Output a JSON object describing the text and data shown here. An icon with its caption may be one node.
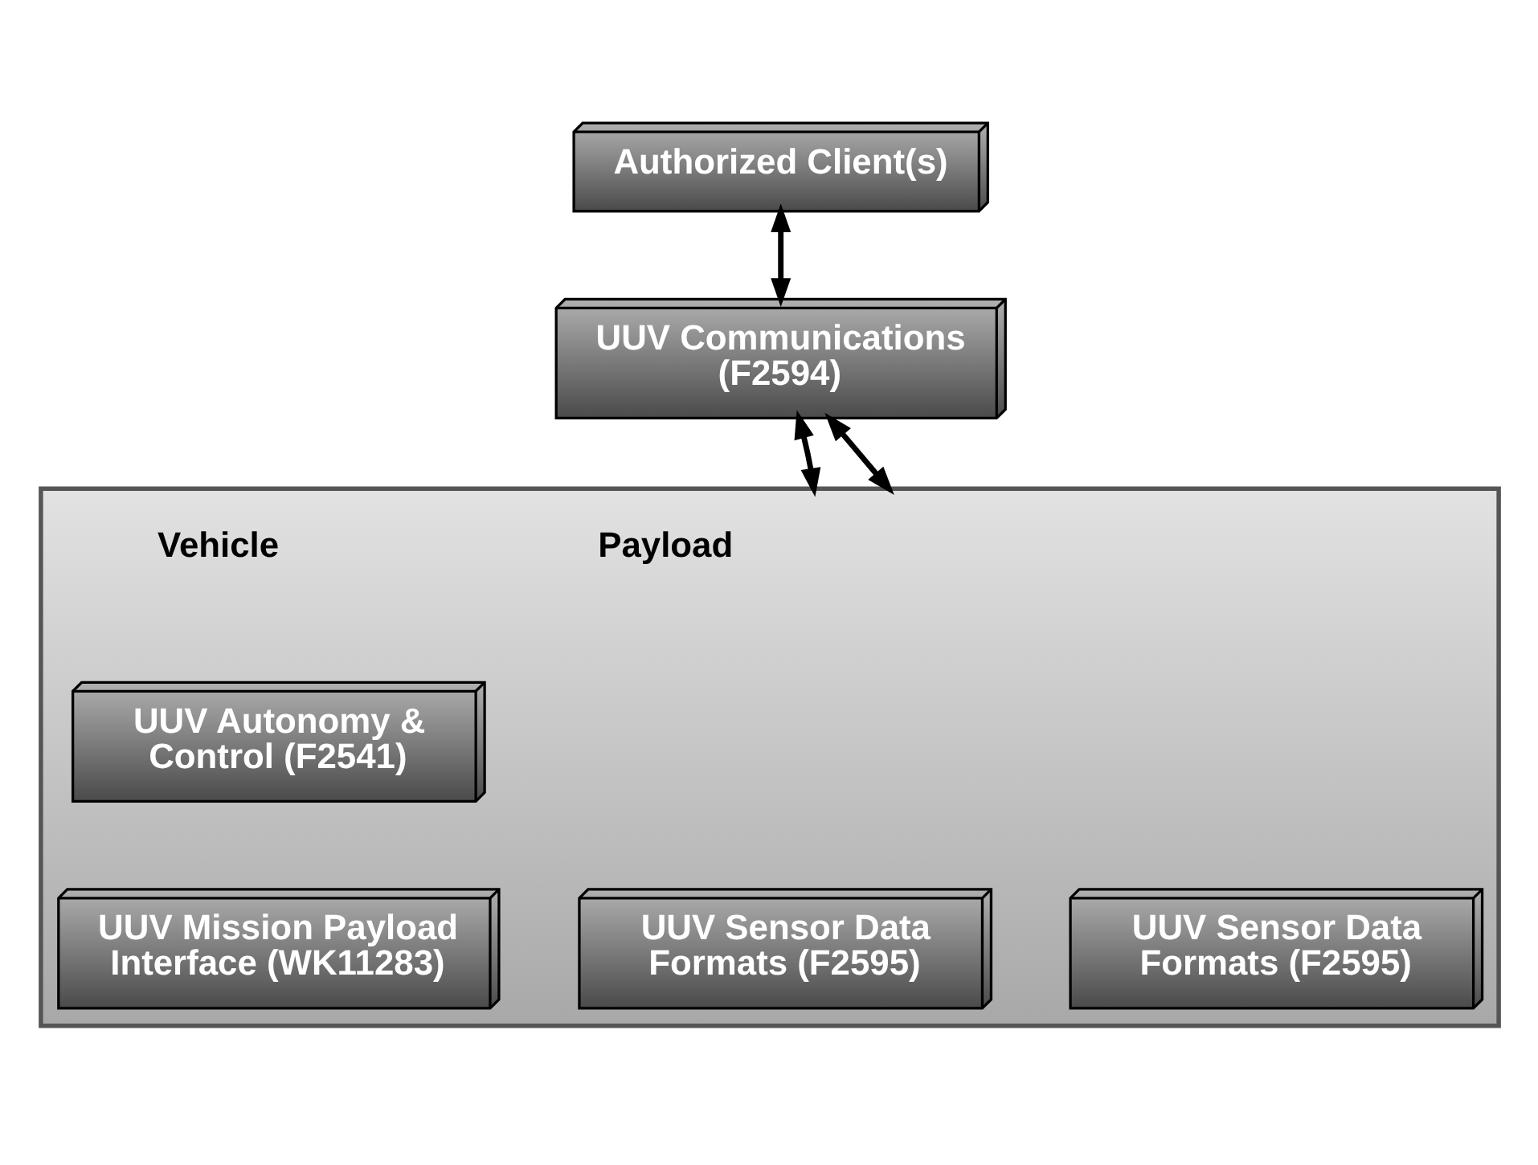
{
  "diagram": {
    "nodes": [
      {
        "text": [
          "Authorized Client(s)"
        ]
      },
      {
        "text": [
          "UUV Communications (F2594)"
        ]
      },
      {
        "text": [],
        "shape": "box"
      },
      {
        "text": [
          "UUV Autonomy & Control (F2541)"
        ],
        "in": 2
      },
      {
        "text": [
          "UUV Sensor Data Formats (F2595)"
        ],
        "in": 2
      },
      {
        "text": [
          "UUV Mission Payload Interface (WK11283)"
        ],
        "in": 2
      },
      {
        "text": [
          "UUV Sensor Data Formats (F2595)"
        ],
        "in": 2
      }
    ],
    "edges": [
      {
        "from": 0,
        "to": 1,
        "arrow": "both"
      },
      {
        "from": 1,
        "to": 2,
        "arrow": "both"
      },
      {
        "from": 1,
        "to": 2,
        "arrow": "both"
      }
    ],
    "labels": [
      "Vehicle",
      "Payload"
    ]
  }
}
